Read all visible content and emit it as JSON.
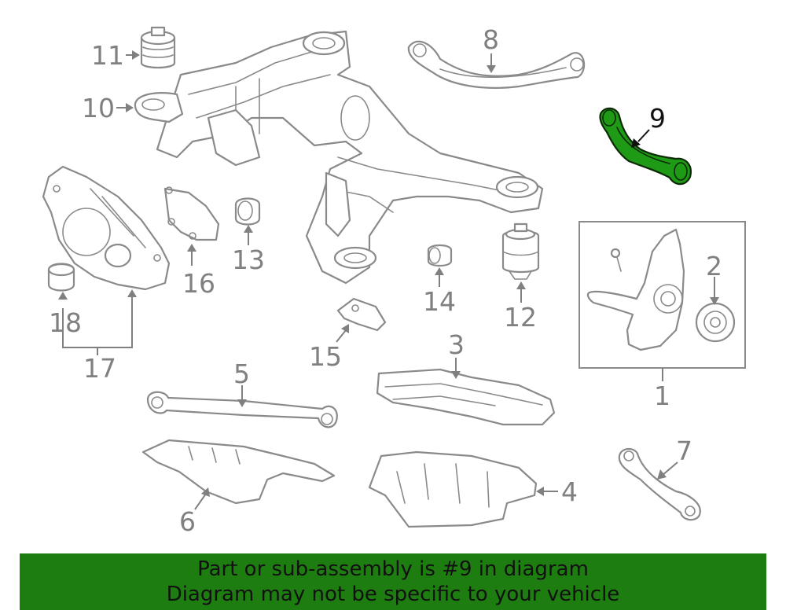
{
  "diagram": {
    "callouts": [
      "1",
      "2",
      "3",
      "4",
      "5",
      "6",
      "7",
      "8",
      "9",
      "10",
      "11",
      "12",
      "13",
      "14",
      "15",
      "16",
      "17",
      "18"
    ],
    "highlighted_part": "9",
    "highlight_color": "#1f9a16",
    "part_color": "#8a8a8a"
  },
  "banner": {
    "line1": "Part or sub-assembly is #9 in diagram",
    "line2": "Diagram may not be specific to your vehicle",
    "background": "#1e7d10"
  }
}
